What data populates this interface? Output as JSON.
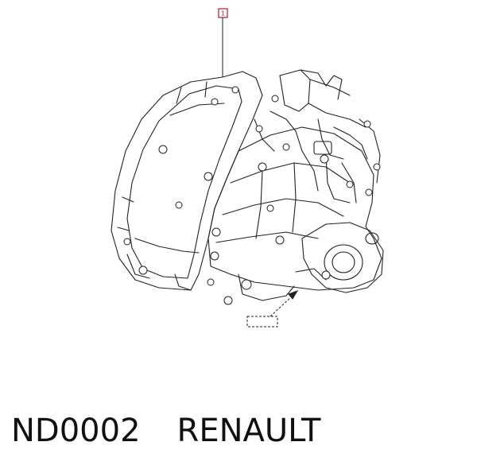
{
  "diagram": {
    "callout_number": "1",
    "callout_color": "#c0142a",
    "line_color": "#222222"
  },
  "caption": {
    "part_code": "ND0002",
    "brand": "RENAULT"
  }
}
